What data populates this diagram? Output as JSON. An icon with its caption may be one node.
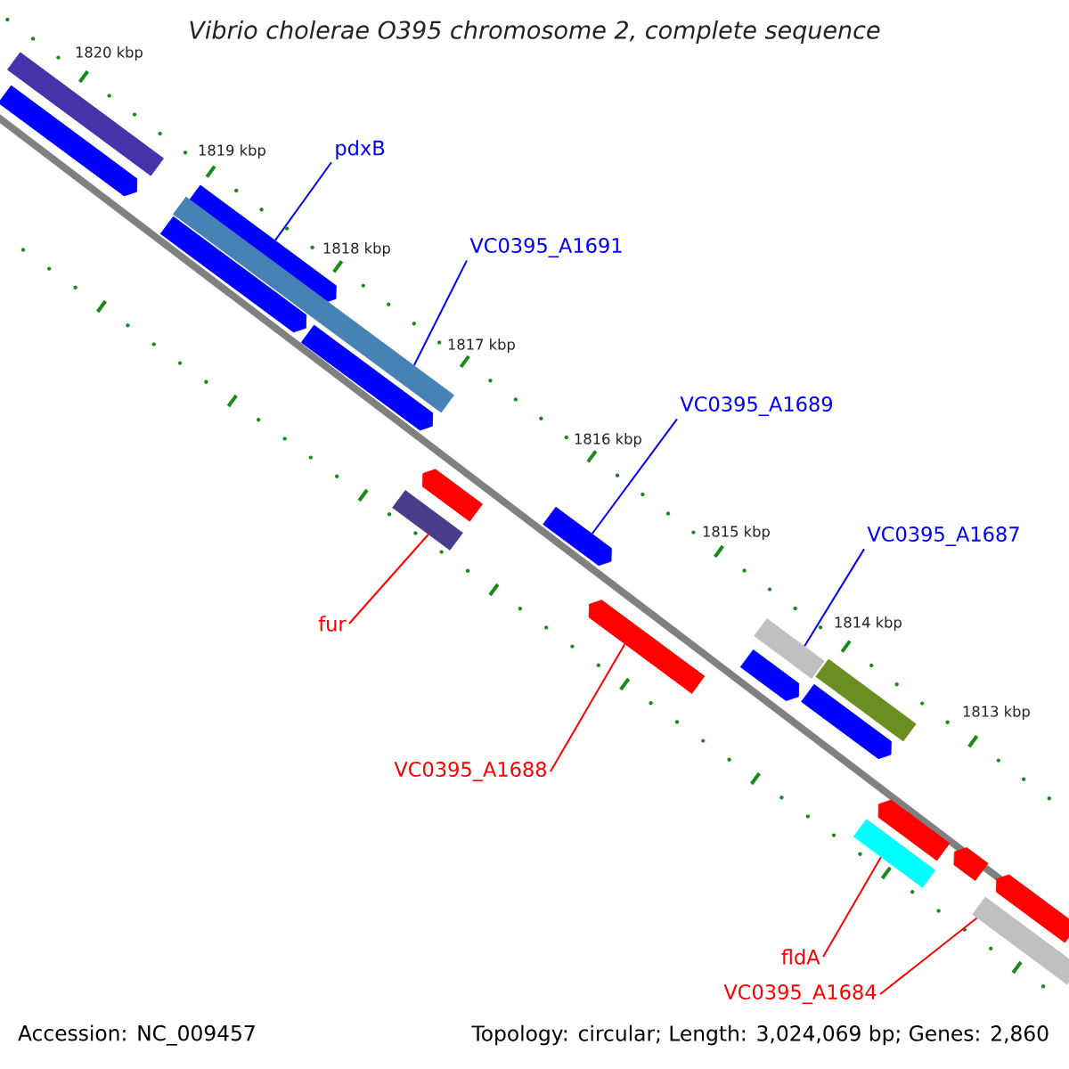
{
  "diagram": {
    "title": "Vibrio cholerae O395 chromosome 2, complete sequence",
    "nodes": [
      {
        "text": [],
        "shape": "bar"
      },
      {
        "text": [],
        "shape": "bar"
      },
      {
        "text": [],
        "shape": "bar"
      },
      {
        "text": [],
        "shape": "bar"
      },
      {
        "text": [],
        "shape": "bar"
      },
      {
        "text": [],
        "shape": "bar"
      },
      {
        "text": [],
        "shape": "bar"
      },
      {
        "text": [],
        "shape": "bar"
      },
      {
        "text": [],
        "shape": "bar"
      },
      {
        "text": [],
        "shape": "bar"
      },
      {
        "text": [],
        "shape": "bar"
      },
      {
        "text": [],
        "shape": "bar"
      },
      {
        "text": [],
        "shape": "bar"
      },
      {
        "text": [],
        "shape": "bar"
      },
      {
        "text": [],
        "shape": "bar"
      },
      {
        "text": [],
        "shape": "bar"
      },
      {
        "text": [],
        "shape": "bar"
      },
      {
        "text": [],
        "shape": "bar"
      },
      {
        "text": [],
        "shape": "bar"
      },
      {
        "text": [
          "pdxB"
        ]
      },
      {
        "text": [
          "VC0395_A1691"
        ]
      },
      {
        "text": [
          "VC0395_A1689"
        ]
      },
      {
        "text": [
          "VC0395_A1687"
        ]
      },
      {
        "text": [
          "fur"
        ]
      },
      {
        "text": [
          "VC0395_A1688"
        ]
      },
      {
        "text": [
          "fldA"
        ]
      },
      {
        "text": [
          "VC0395_A1684"
        ]
      }
    ],
    "edges": [
      {
        "from": 19,
        "to": 3,
        "arrow": "none",
        "color": "#0000ff"
      },
      {
        "from": 20,
        "to": 4,
        "arrow": "none",
        "color": "#0000ff"
      },
      {
        "from": 21,
        "to": 8,
        "arrow": "none",
        "color": "#0000ff"
      },
      {
        "from": 22,
        "to": 11,
        "arrow": "none",
        "color": "#0000ff"
      },
      {
        "from": 23,
        "to": 7,
        "arrow": "none",
        "color": "#ff0000"
      },
      {
        "from": 24,
        "to": 9,
        "arrow": "none",
        "color": "#ff0000"
      },
      {
        "from": 25,
        "to": 14,
        "arrow": "none",
        "color": "#ff0000"
      },
      {
        "from": 26,
        "to": 17,
        "arrow": "none",
        "color": "#ff0000"
      }
    ],
    "labels": [
      "1820 kbp",
      "1819 kbp",
      "1818 kbp",
      "1817 kbp",
      "1816 kbp",
      "1815 kbp",
      "1814 kbp",
      "1813 kbp",
      "Accession: NC_009457",
      "Topology: circular; Length: 3,024,069 bp; Genes: 2,860"
    ]
  }
}
